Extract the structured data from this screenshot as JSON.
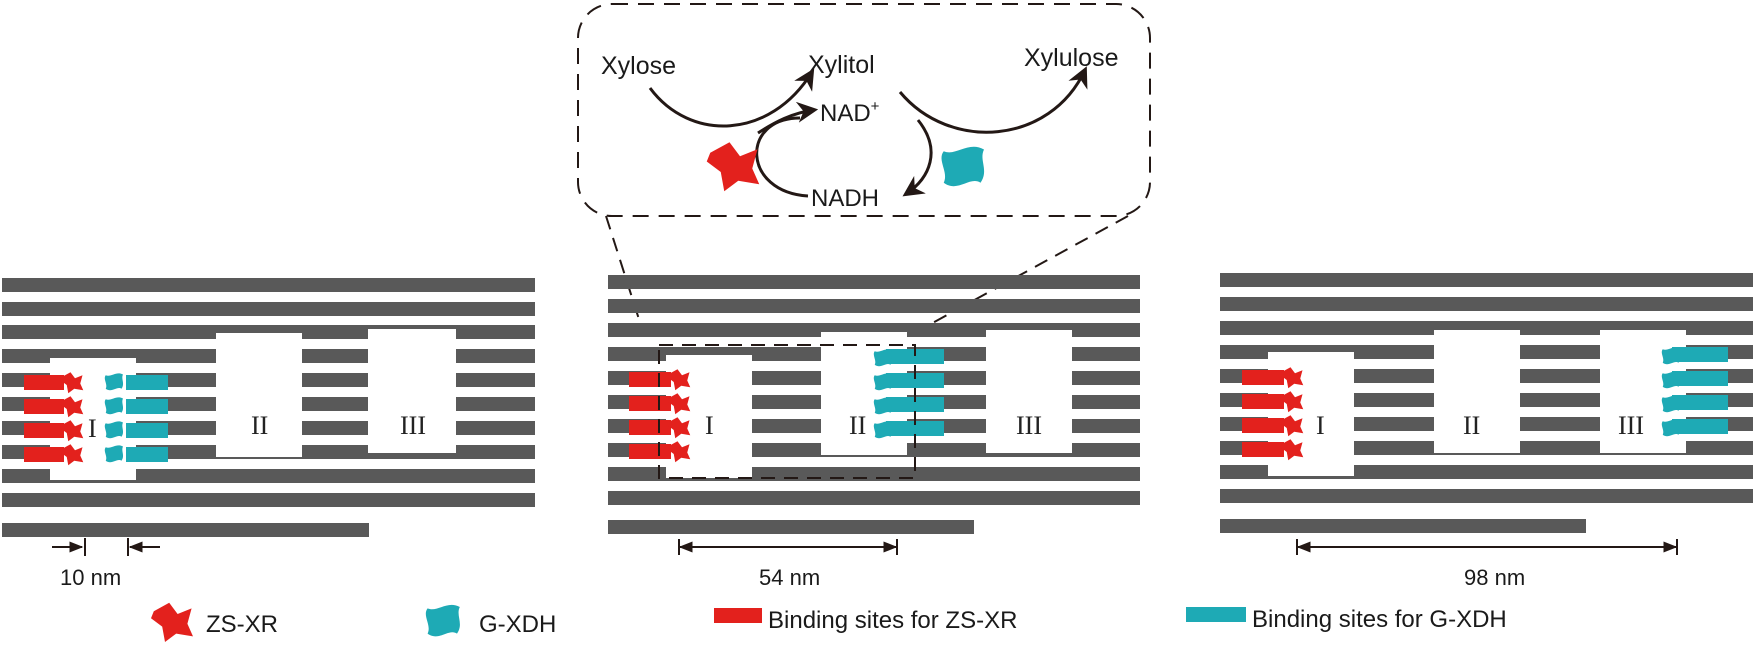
{
  "inset": {
    "substrate": "Xylose",
    "intermediate": "Xylitol",
    "product": "Xylulose",
    "cofactor_oxidized": "NAD",
    "cofactor_oxidized_sup": "+",
    "cofactor_reduced": "NADH"
  },
  "panels": [
    {
      "cavities": [
        "I",
        "II",
        "III"
      ],
      "distance_label": "10 nm"
    },
    {
      "cavities": [
        "I",
        "II",
        "III"
      ],
      "distance_label": "54 nm"
    },
    {
      "cavities": [
        "I",
        "II",
        "III"
      ],
      "distance_label": "98 nm"
    }
  ],
  "legend": {
    "zsxr": "ZS-XR",
    "gxdh": "G-XDH",
    "zsxr_sites": "Binding sites for ZS-XR",
    "gxdh_sites": "Binding sites for G-XDH"
  },
  "colors": {
    "strand": "#595959",
    "zsxr": "#e3211d",
    "gxdh": "#1eaab5",
    "arrow": "#231815"
  }
}
